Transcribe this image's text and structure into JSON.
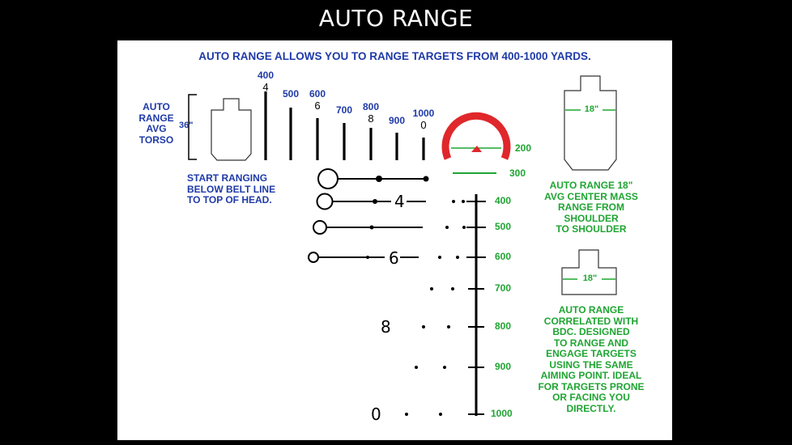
{
  "header": {
    "title": "AUTO RANGE"
  },
  "subtitle": "AUTO RANGE ALLOWS YOU TO RANGE TARGETS FROM 400-1000 YARDS.",
  "torso": {
    "caption_lines": [
      "AUTO",
      "RANGE",
      "AVG",
      "TORSO"
    ],
    "size_label": "36\""
  },
  "stadia": [
    {
      "yards": "400",
      "mark": "4"
    },
    {
      "yards": "500",
      "mark": ""
    },
    {
      "yards": "600",
      "mark": "6"
    },
    {
      "yards": "700",
      "mark": ""
    },
    {
      "yards": "800",
      "mark": "8"
    },
    {
      "yards": "900",
      "mark": ""
    },
    {
      "yards": "1000",
      "mark": "0"
    }
  ],
  "ranging_note_lines": [
    "START RANGING",
    "BELOW BELT LINE",
    "TO TOP OF HEAD."
  ],
  "reticle": {
    "circle_labels": [
      "200",
      "300"
    ],
    "drop_labels": [
      "400",
      "500",
      "600",
      "700",
      "800",
      "900",
      "1000"
    ],
    "reticle_numbers": [
      "4",
      "6",
      "8",
      "0"
    ]
  },
  "target_right_top": {
    "size_label": "18\"",
    "caption_lines": [
      "AUTO RANGE 18\"",
      "AVG CENTER MASS",
      "RANGE FROM",
      "SHOULDER",
      "TO SHOULDER"
    ]
  },
  "target_right_bottom": {
    "size_label": "18\"",
    "caption_lines": [
      "AUTO RANGE",
      "CORRELATED WITH",
      "BDC. DESIGNED",
      "TO RANGE AND",
      "ENGAGE TARGETS",
      "USING THE SAME",
      "AIMING POINT. IDEAL",
      "FOR TARGETS PRONE",
      "OR FACING YOU",
      "DIRECTLY."
    ]
  },
  "colors": {
    "blue": "#1f3aa8",
    "green": "#1fa532",
    "red": "#e0272b"
  }
}
